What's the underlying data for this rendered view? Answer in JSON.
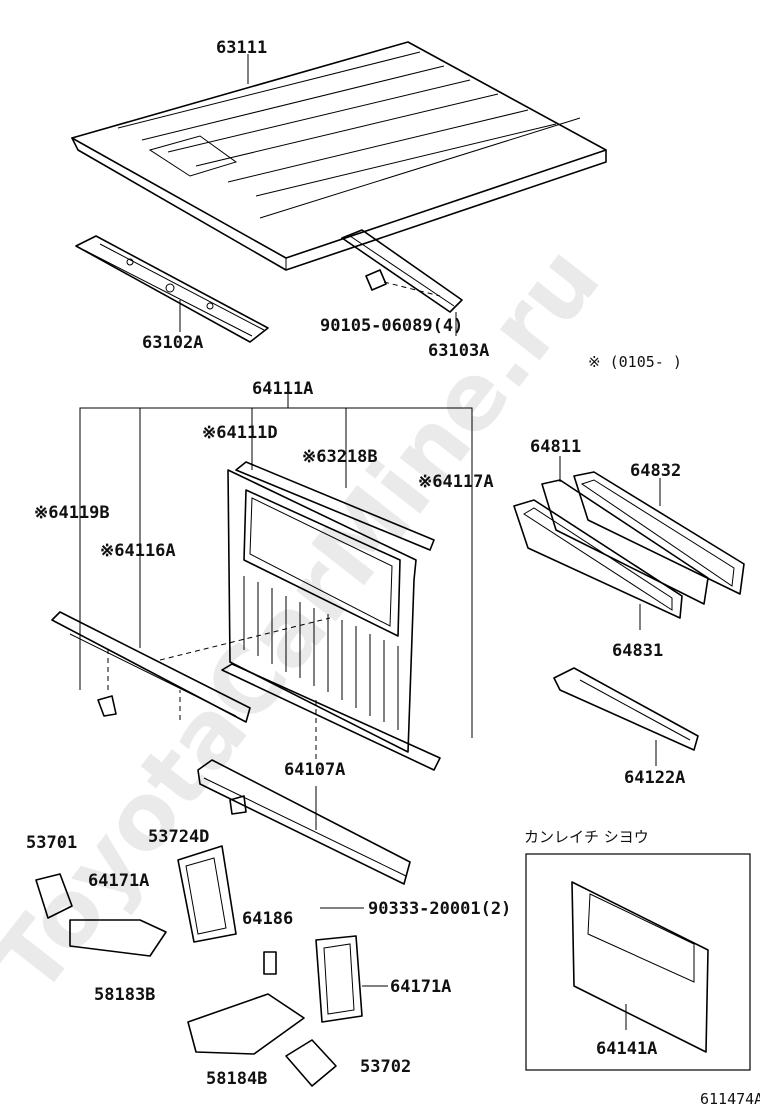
{
  "watermark": "ToyotaCarMine.ru",
  "diagram_code": "611474A",
  "date_note": "※ (0105-      )",
  "inset_caption": "カンレイチ シヨウ",
  "labels": {
    "p63111": "63111",
    "p63102A": "63102A",
    "p90105": "90105-06089(4)",
    "p63103A": "63103A",
    "p64111A": "64111A",
    "p64111D": "※64111D",
    "p63218B": "※63218B",
    "p64117A": "※64117A",
    "p64119B": "※64119B",
    "p64116A": "※64116A",
    "p64811": "64811",
    "p64832": "64832",
    "p64831": "64831",
    "p64122A": "64122A",
    "p64107A": "64107A",
    "p53701": "53701",
    "p53724D": "53724D",
    "p64171A_left": "64171A",
    "p64186": "64186",
    "p90333": "90333-20001(2)",
    "p58183B": "58183B",
    "p64171A_right": "64171A",
    "p58184B": "58184B",
    "p53702": "53702",
    "p64141A": "64141A"
  }
}
